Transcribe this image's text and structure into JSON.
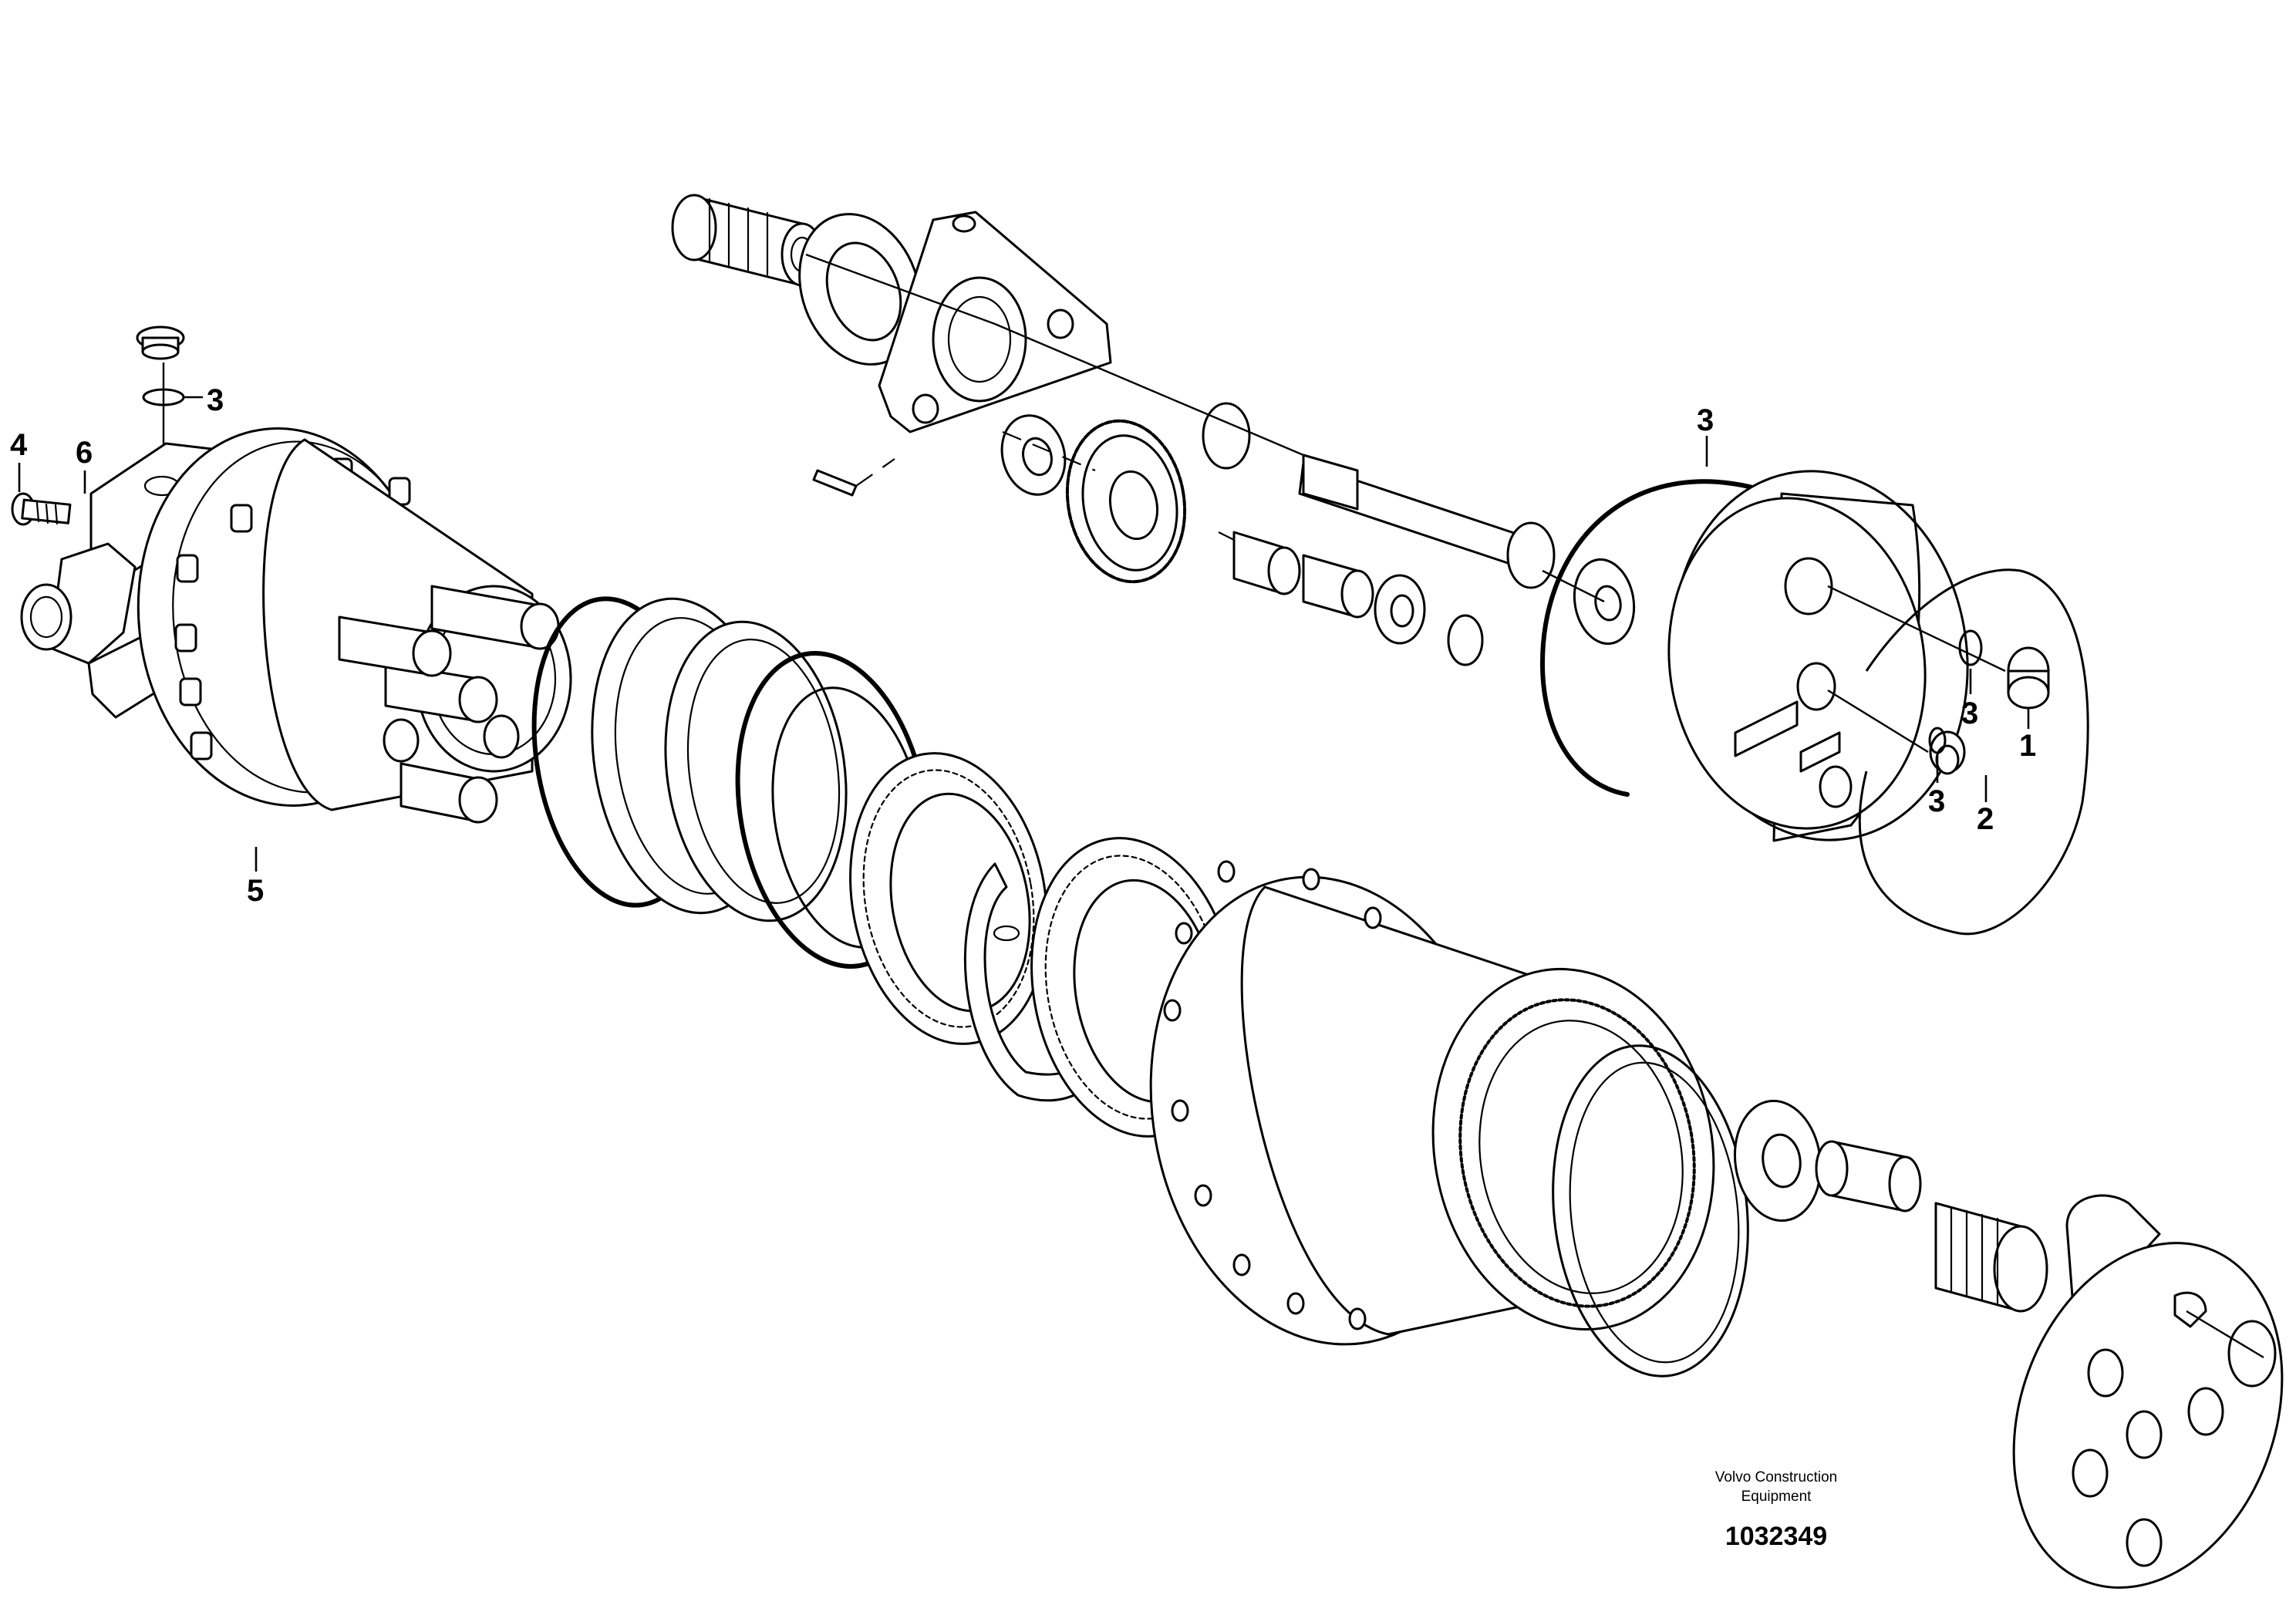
{
  "callouts": {
    "item_1": "1",
    "item_2": "2",
    "item_3_plug_ring": "3",
    "item_3_cover_ring": "3",
    "item_3_oring_a": "3",
    "item_3_oring_b": "3",
    "item_4": "4",
    "item_5": "5",
    "item_6": "6"
  },
  "footer": {
    "company_line1": "Volvo Construction",
    "company_line2": "Equipment",
    "illustration_number": "1032349"
  }
}
